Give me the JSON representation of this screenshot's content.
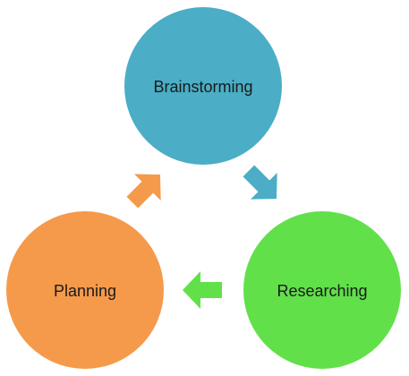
{
  "diagram": {
    "nodes": [
      {
        "label": "Brainstorming",
        "color": "#4badc6"
      },
      {
        "label": "Researching",
        "color": "#61e04a"
      },
      {
        "label": "Planning",
        "color": "#f59a4a"
      }
    ],
    "arrows": [
      {
        "from": "Brainstorming",
        "to": "Researching",
        "color": "#4badc6"
      },
      {
        "from": "Researching",
        "to": "Planning",
        "color": "#61e04a"
      },
      {
        "from": "Planning",
        "to": "Brainstorming",
        "color": "#f59a4a"
      }
    ]
  }
}
